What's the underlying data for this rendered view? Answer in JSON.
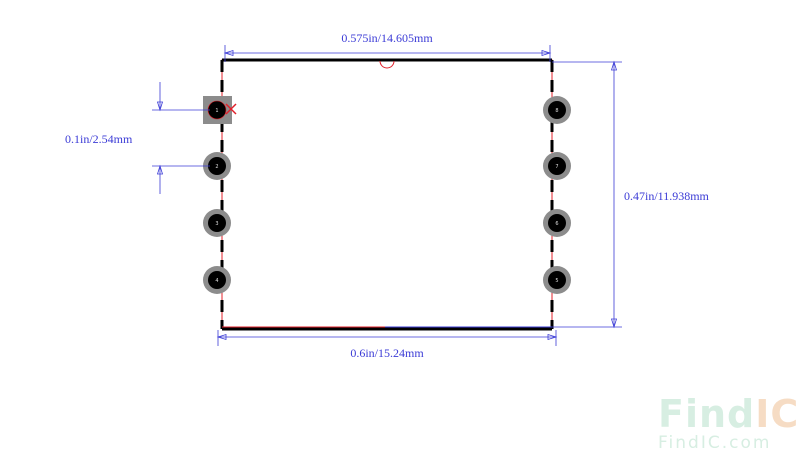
{
  "dimensions": {
    "top_width": "0.575in/14.605mm",
    "bottom_width": "0.6in/15.24mm",
    "height": "0.47in/11.938mm",
    "pitch": "0.1in/2.54mm"
  },
  "pins": {
    "left": [
      "1",
      "2",
      "3",
      "4"
    ],
    "right": [
      "8",
      "7",
      "6",
      "5"
    ]
  },
  "watermark": {
    "brand_part1": "Find",
    "brand_part2": "IC",
    "url": "FindIC.com"
  },
  "colors": {
    "dimension": "#3b3bd6",
    "outline": "#000000",
    "pad": "#8c8c8c",
    "marker": "#e0202a",
    "watermark": "#d7eee2"
  }
}
